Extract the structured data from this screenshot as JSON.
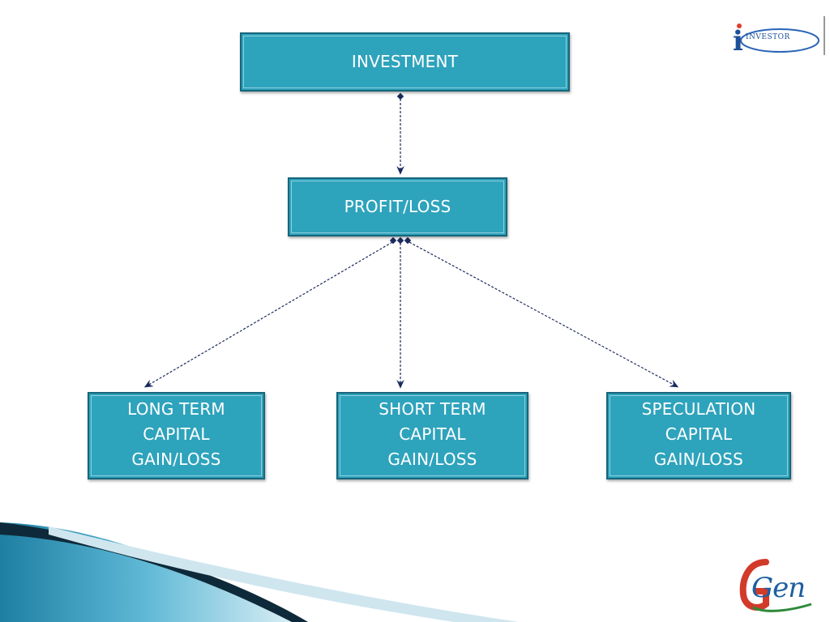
{
  "diagram": {
    "nodes": {
      "investment": "INVESTMENT",
      "profit_loss": "PROFIT/LOSS",
      "long_term": "LONG TERM\nCAPITAL\nGAIN/LOSS",
      "short_term": "SHORT TERM\nCAPITAL\nGAIN/LOSS",
      "speculation": "SPECULATION\nCAPITAL\nGAIN/LOSS"
    }
  },
  "logos": {
    "top_right": "INVESTOR",
    "bottom_right": "Gen"
  },
  "colors": {
    "node_fill": "#2ea3bc",
    "node_border": "#17657a",
    "connector": "#1a2a5e",
    "decor_dark": "#0e2a3a",
    "decor_light": "#5fb9d6"
  },
  "icons": {
    "top_right": "investor-logo-icon",
    "bottom_right": "gen-logo-icon"
  }
}
